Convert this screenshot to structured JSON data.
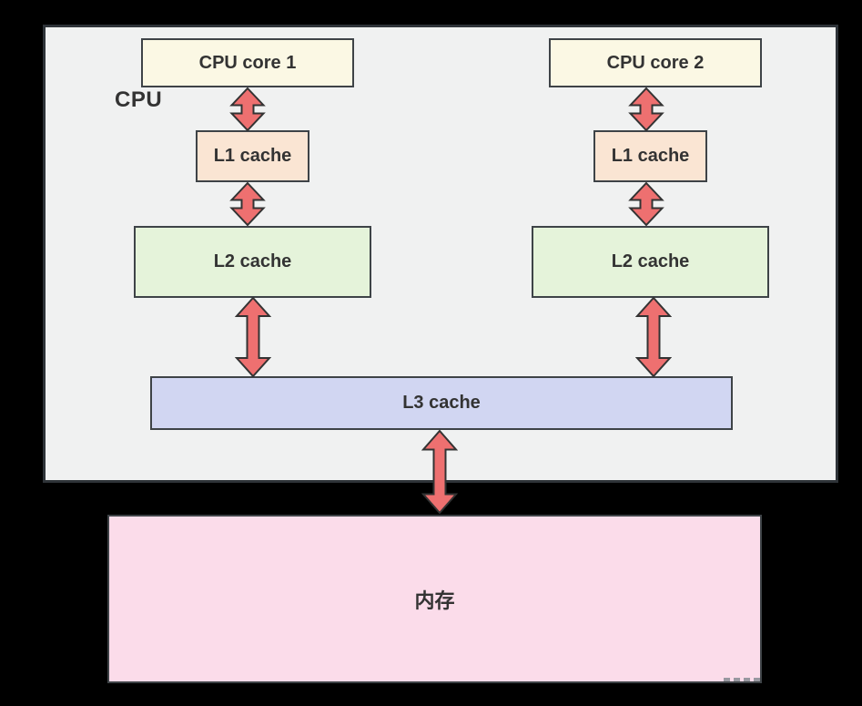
{
  "diagram": {
    "cpu_group_label": "CPU",
    "nodes": {
      "cpu_core_1": {
        "label": "CPU core 1",
        "fill": "#fbf8e4"
      },
      "cpu_core_2": {
        "label": "CPU core 2",
        "fill": "#fbf8e4"
      },
      "l1_cache_left": {
        "label": "L1 cache",
        "fill": "#fae5d3"
      },
      "l1_cache_right": {
        "label": "L1 cache",
        "fill": "#fae5d3"
      },
      "l2_cache_left": {
        "label": "L2 cache",
        "fill": "#e5f3da"
      },
      "l2_cache_right": {
        "label": "L2 cache",
        "fill": "#e5f3da"
      },
      "l3_cache": {
        "label": "L3 cache",
        "fill": "#d1d6f2"
      },
      "memory": {
        "label": "内存",
        "fill": "#fbdcea"
      }
    },
    "connections": [
      {
        "from": "cpu_core_1",
        "to": "l1_cache_left",
        "bidirectional": true
      },
      {
        "from": "l1_cache_left",
        "to": "l2_cache_left",
        "bidirectional": true
      },
      {
        "from": "l2_cache_left",
        "to": "l3_cache",
        "bidirectional": true
      },
      {
        "from": "cpu_core_2",
        "to": "l1_cache_right",
        "bidirectional": true
      },
      {
        "from": "l1_cache_right",
        "to": "l2_cache_right",
        "bidirectional": true
      },
      {
        "from": "l2_cache_right",
        "to": "l3_cache",
        "bidirectional": true
      },
      {
        "from": "l3_cache",
        "to": "memory",
        "bidirectional": true
      }
    ],
    "colors": {
      "page_background": "#000000",
      "cpu_container_fill": "#f0f1f1",
      "box_border": "#3e4347",
      "arrow_fill": "#ee7070",
      "arrow_stroke": "#333333",
      "text": "#333333"
    }
  }
}
